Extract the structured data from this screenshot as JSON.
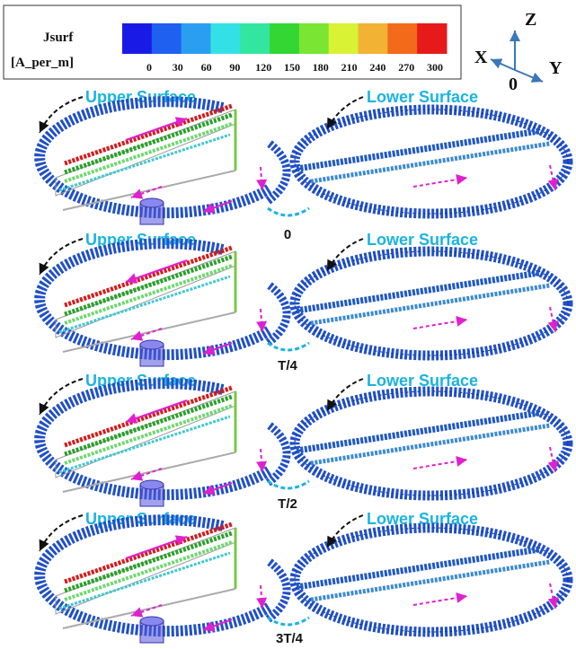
{
  "legend": {
    "title": "Jsurf",
    "unit": "[A_per_m]",
    "ticks": [
      "0",
      "30",
      "60",
      "90",
      "120",
      "150",
      "180",
      "210",
      "240",
      "270",
      "300"
    ],
    "colors": [
      "#1a1ae6",
      "#2060f0",
      "#2a9ef0",
      "#33e0e6",
      "#33e6a0",
      "#33d633",
      "#7ae633",
      "#d9f233",
      "#f2b233",
      "#f26a1a",
      "#e61a1a"
    ]
  },
  "axes": {
    "z": "Z",
    "x": "X",
    "y": "Y",
    "origin": "0"
  },
  "colors": {
    "surface_label": "#19b4e0",
    "phase_arc": "#19b4e0",
    "current_arrow": "#e020d0",
    "feed": "#5555dd",
    "ring_blue": "#2050c8"
  },
  "rows": [
    {
      "phase": "0",
      "upper_label": "Upper Surface",
      "lower_label": "Lower Surface"
    },
    {
      "phase": "T/4",
      "upper_label": "Upper Surface",
      "lower_label": "Lower Surface"
    },
    {
      "phase": "T/2",
      "upper_label": "Upper Surface",
      "lower_label": "Lower Surface"
    },
    {
      "phase": "3T/4",
      "upper_label": "Upper Surface",
      "lower_label": "Lower Surface"
    }
  ]
}
